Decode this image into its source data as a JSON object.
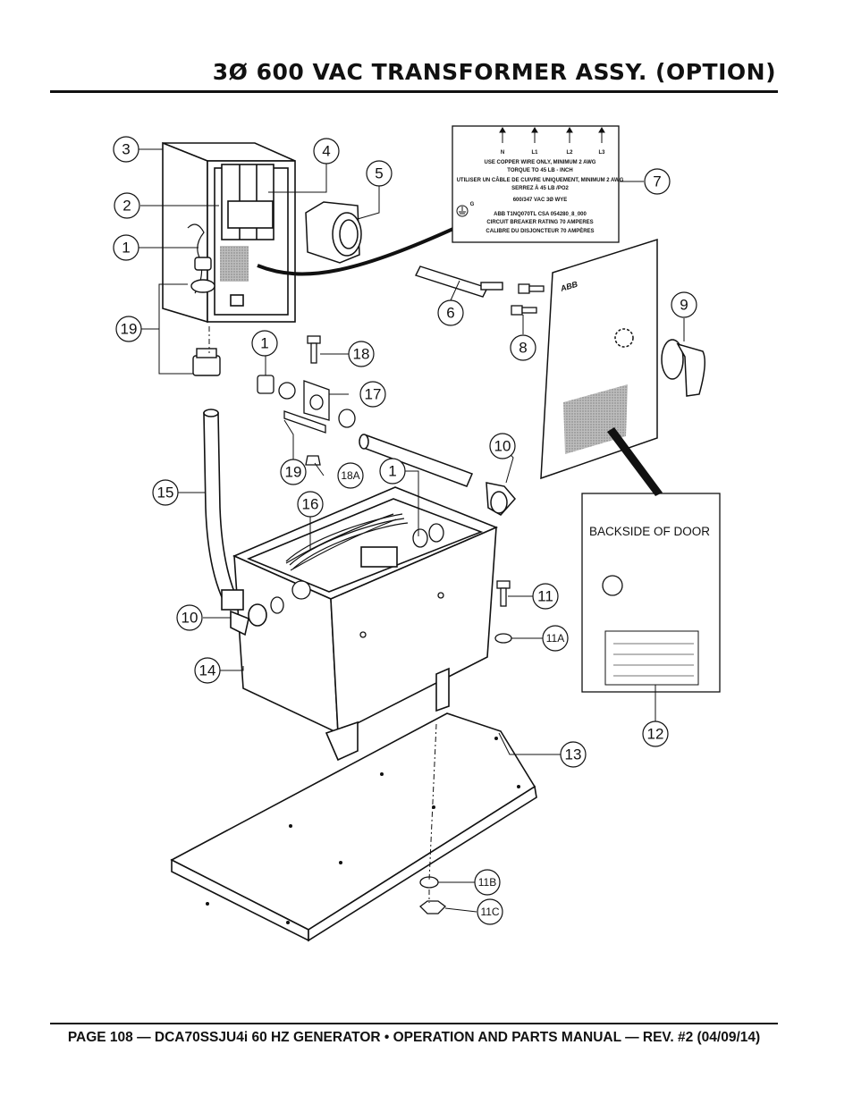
{
  "header": {
    "title": "3Ø 600 VAC TRANSFORMER ASSY. (OPTION)"
  },
  "footer": {
    "text": "PAGE 108 — DCA70SSJU4i 60 HZ GENERATOR • OPERATION AND PARTS MANUAL — REV. #2 (04/09/14)"
  },
  "callouts": [
    "1",
    "1",
    "1",
    "2",
    "3",
    "4",
    "5",
    "6",
    "7",
    "8",
    "9",
    "10",
    "10",
    "11",
    "11A",
    "11B",
    "11C",
    "12",
    "13",
    "14",
    "15",
    "16",
    "17",
    "18",
    "18A",
    "19",
    "19"
  ],
  "breaker_label": {
    "terminals": [
      "N",
      "L1",
      "L2",
      "L3"
    ],
    "ground": "G",
    "lines": [
      "USE COPPER WIRE ONLY, MINIMUM 2 AWG",
      "TORQUE TO 45  LB - INCH",
      "UTILISER UN CÂBLE DE CUIVRE UNIQUEMENT, MINIMUM 2 AWG",
      "SERREZ À  45 LB /PO2",
      "600/347 VAC 3Ø WYE",
      "ABB T1NQ070TL  CSA 054280_8_000",
      "CIRCUIT BREAKER RATING 70 AMPERES",
      "CALIBRE DU DISJONCTEUR 70 AMPÈRES"
    ]
  },
  "door": {
    "caption": "BACKSIDE OF DOOR",
    "brand": "ABB"
  },
  "colors": {
    "ink": "#111111",
    "shade": "#8a8a8a"
  }
}
